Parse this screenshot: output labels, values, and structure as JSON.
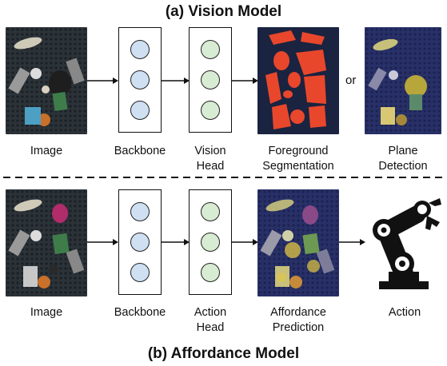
{
  "section_a": {
    "title": "(a) Vision Model",
    "labels": {
      "image": "Image",
      "backbone": "Backbone",
      "head": "Vision\nHead",
      "segmentation": "Foreground\nSegmentation",
      "plane": "Plane\nDetection"
    },
    "or_text": "or"
  },
  "section_b": {
    "title": "(b) Affordance Model",
    "labels": {
      "image": "Image",
      "backbone": "Backbone",
      "head": "Action\nHead",
      "affordance": "Affordance\nPrediction",
      "action": "Action"
    }
  },
  "colors": {
    "backbone_node": "#cfe0f3",
    "head_node": "#d7ecd2",
    "segmentation_mask": "#e8472c",
    "tray": "#2b3238"
  }
}
